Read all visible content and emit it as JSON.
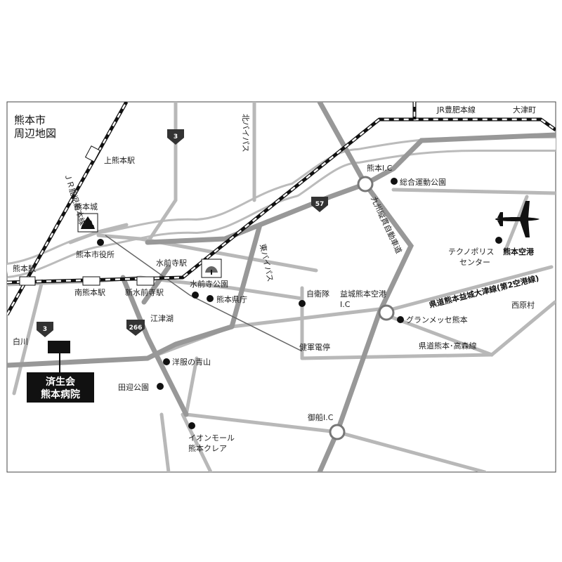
{
  "map": {
    "title_line1": "熊本市",
    "title_line2": "周辺地図",
    "hospital_line1": "済生会",
    "hospital_line2": "熊本病院",
    "rail_labels": {
      "jr_kagoshima": "ＪＲ鹿児島本線",
      "jr_hohi": "JR豊肥本線"
    },
    "road_labels": {
      "kita_bypass": "北バイパス",
      "higashi_bypass": "東バイパス",
      "kyushu_expressway": "九州縦貫自動車道",
      "kumamoto_mashiki_ozu": "県道熊本益城大津線(第2空港線)",
      "kumamoto_takamori": "県道熊本･高森線"
    },
    "route_shields": [
      "3",
      "3",
      "57",
      "266"
    ],
    "places": {
      "kami_kumamoto_station": "上熊本駅",
      "kumamoto_castle": "熊本城",
      "city_hall": "熊本市役所",
      "kumamoto_station": "熊本駅",
      "minami_kumamoto_station": "南熊本駅",
      "shin_suizenji_station": "新水前寺駅",
      "suizenji_station": "水前寺駅",
      "suizenji_park": "水前寺公園",
      "prefectural_office": "熊本県庁",
      "ezu_lake": "江津湖",
      "yofuku_aoyama": "洋服の青山",
      "taukae_park": "田迎公園",
      "aeon_line1": "イオンモール",
      "aeon_line2": "熊本クレア",
      "shirakawa": "白川",
      "kumamoto_ic": "熊本I.C",
      "sogo_park": "総合運動公園",
      "ozu_town": "大津町",
      "airport": "熊本空港",
      "technopolis_line1": "テクノポリス",
      "technopolis_line2": "センター",
      "nishihara": "西原村",
      "sdf": "自衛隊",
      "mashiki_ic_line1": "益城熊本空港",
      "mashiki_ic_line2": "I.C",
      "grandmesse": "グランメッセ熊本",
      "kengun_stop": "健軍電停",
      "mifune_ic": "御船I.C"
    }
  },
  "colors": {
    "major_road": "#9a9a9a",
    "minor_road": "#bdbdbd",
    "river": "#d2d2d2",
    "rail": "#111111",
    "hospital": "#111111",
    "shield": "#333333"
  },
  "icons": [
    "castle-icon",
    "park-icon",
    "airplane-icon",
    "poi-dot-icon",
    "interchange-icon",
    "route-shield-icon",
    "hospital-marker-icon"
  ]
}
